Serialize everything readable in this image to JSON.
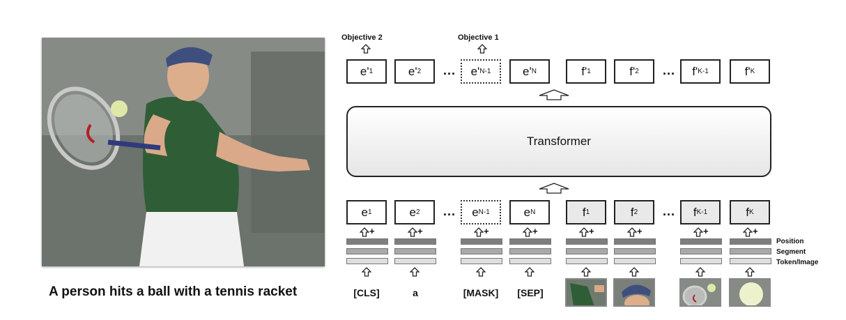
{
  "caption": "A person hits a ball with a tennis racket",
  "objectives": {
    "obj2": "Objective 2",
    "obj1": "Objective 1"
  },
  "transformer_label": "Transformer",
  "ellipsis": "...",
  "output_text_tokens": [
    {
      "base": "e'",
      "sub": "1"
    },
    {
      "base": "e'",
      "sub": "2"
    },
    {
      "base": "e'",
      "sub": "N-1"
    },
    {
      "base": "e'",
      "sub": "N"
    }
  ],
  "output_image_tokens": [
    {
      "base": "f'",
      "sub": "1"
    },
    {
      "base": "f'",
      "sub": "2"
    },
    {
      "base": "f'",
      "sub": "K-1"
    },
    {
      "base": "f'",
      "sub": "K"
    }
  ],
  "input_text_tokens": [
    {
      "base": "e",
      "sub": "1"
    },
    {
      "base": "e",
      "sub": "2"
    },
    {
      "base": "e",
      "sub": "N-1"
    },
    {
      "base": "e",
      "sub": "N"
    }
  ],
  "input_image_tokens": [
    {
      "base": "f",
      "sub": "1"
    },
    {
      "base": "f",
      "sub": "2"
    },
    {
      "base": "f",
      "sub": "K-1"
    },
    {
      "base": "f",
      "sub": "K"
    }
  ],
  "layer_labels": {
    "position": "Position",
    "segment": "Segment",
    "token_image": "Token/Image"
  },
  "input_words": [
    "[CLS]",
    "a",
    "[MASK]",
    "[SEP]"
  ],
  "plus": "+",
  "colors": {
    "border": "#222222",
    "grey_box": "#e9e9e9",
    "position_bar": "#7e7e7e",
    "segment_bar": "#a9a9a9",
    "token_bar": "#dedede"
  }
}
